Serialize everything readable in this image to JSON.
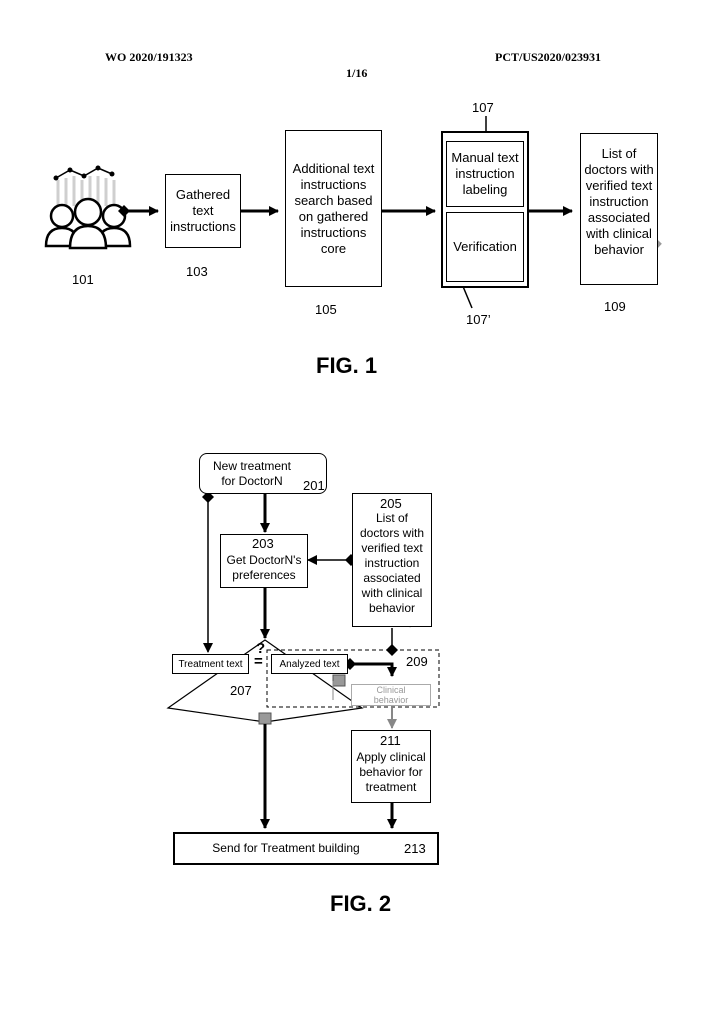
{
  "header": {
    "pub_number": "WO 2020/191323",
    "app_number": "PCT/US2020/023931",
    "sheet": "1/16"
  },
  "fig1": {
    "caption": "FIG. 1",
    "box103_text": "Gathered\ntext\ninstructions",
    "box105_text": "Additional text\ninstructions\nsearch based\non gathered\ninstructions\ncore",
    "box107a_text": "Manual text\ninstruction\nlabeling",
    "box107b_text": "Verification",
    "box109_text": "List of\ndoctors with\nverified text\ninstruction\nassociated\nwith clinical\nbehavior",
    "ref101": "101",
    "ref103": "103",
    "ref105": "105",
    "ref107": "107",
    "ref107p": "107’",
    "ref109": "109"
  },
  "fig2": {
    "caption": "FIG. 2",
    "box201_text": "New treatment\nfor DoctorN",
    "ref201": "201",
    "ref203": "203",
    "box203_text": "Get DoctorN's\npreferences",
    "ref205": "205",
    "box205_text": "List of\ndoctors with\nverified text\ninstruction\nassociated\nwith clinical\nbehavior",
    "question": "?",
    "equals": "=",
    "treatment_text": "Treatment text",
    "analyzed_text": "Analyzed text",
    "ref209": "209",
    "ref207": "207",
    "clinical_behavior": "Clinical\nbehavior",
    "ref211": "211",
    "box211_text": "Apply clinical\nbehavior for\ntreatment",
    "box213_text": "Send for Treatment building",
    "ref213": "213"
  }
}
